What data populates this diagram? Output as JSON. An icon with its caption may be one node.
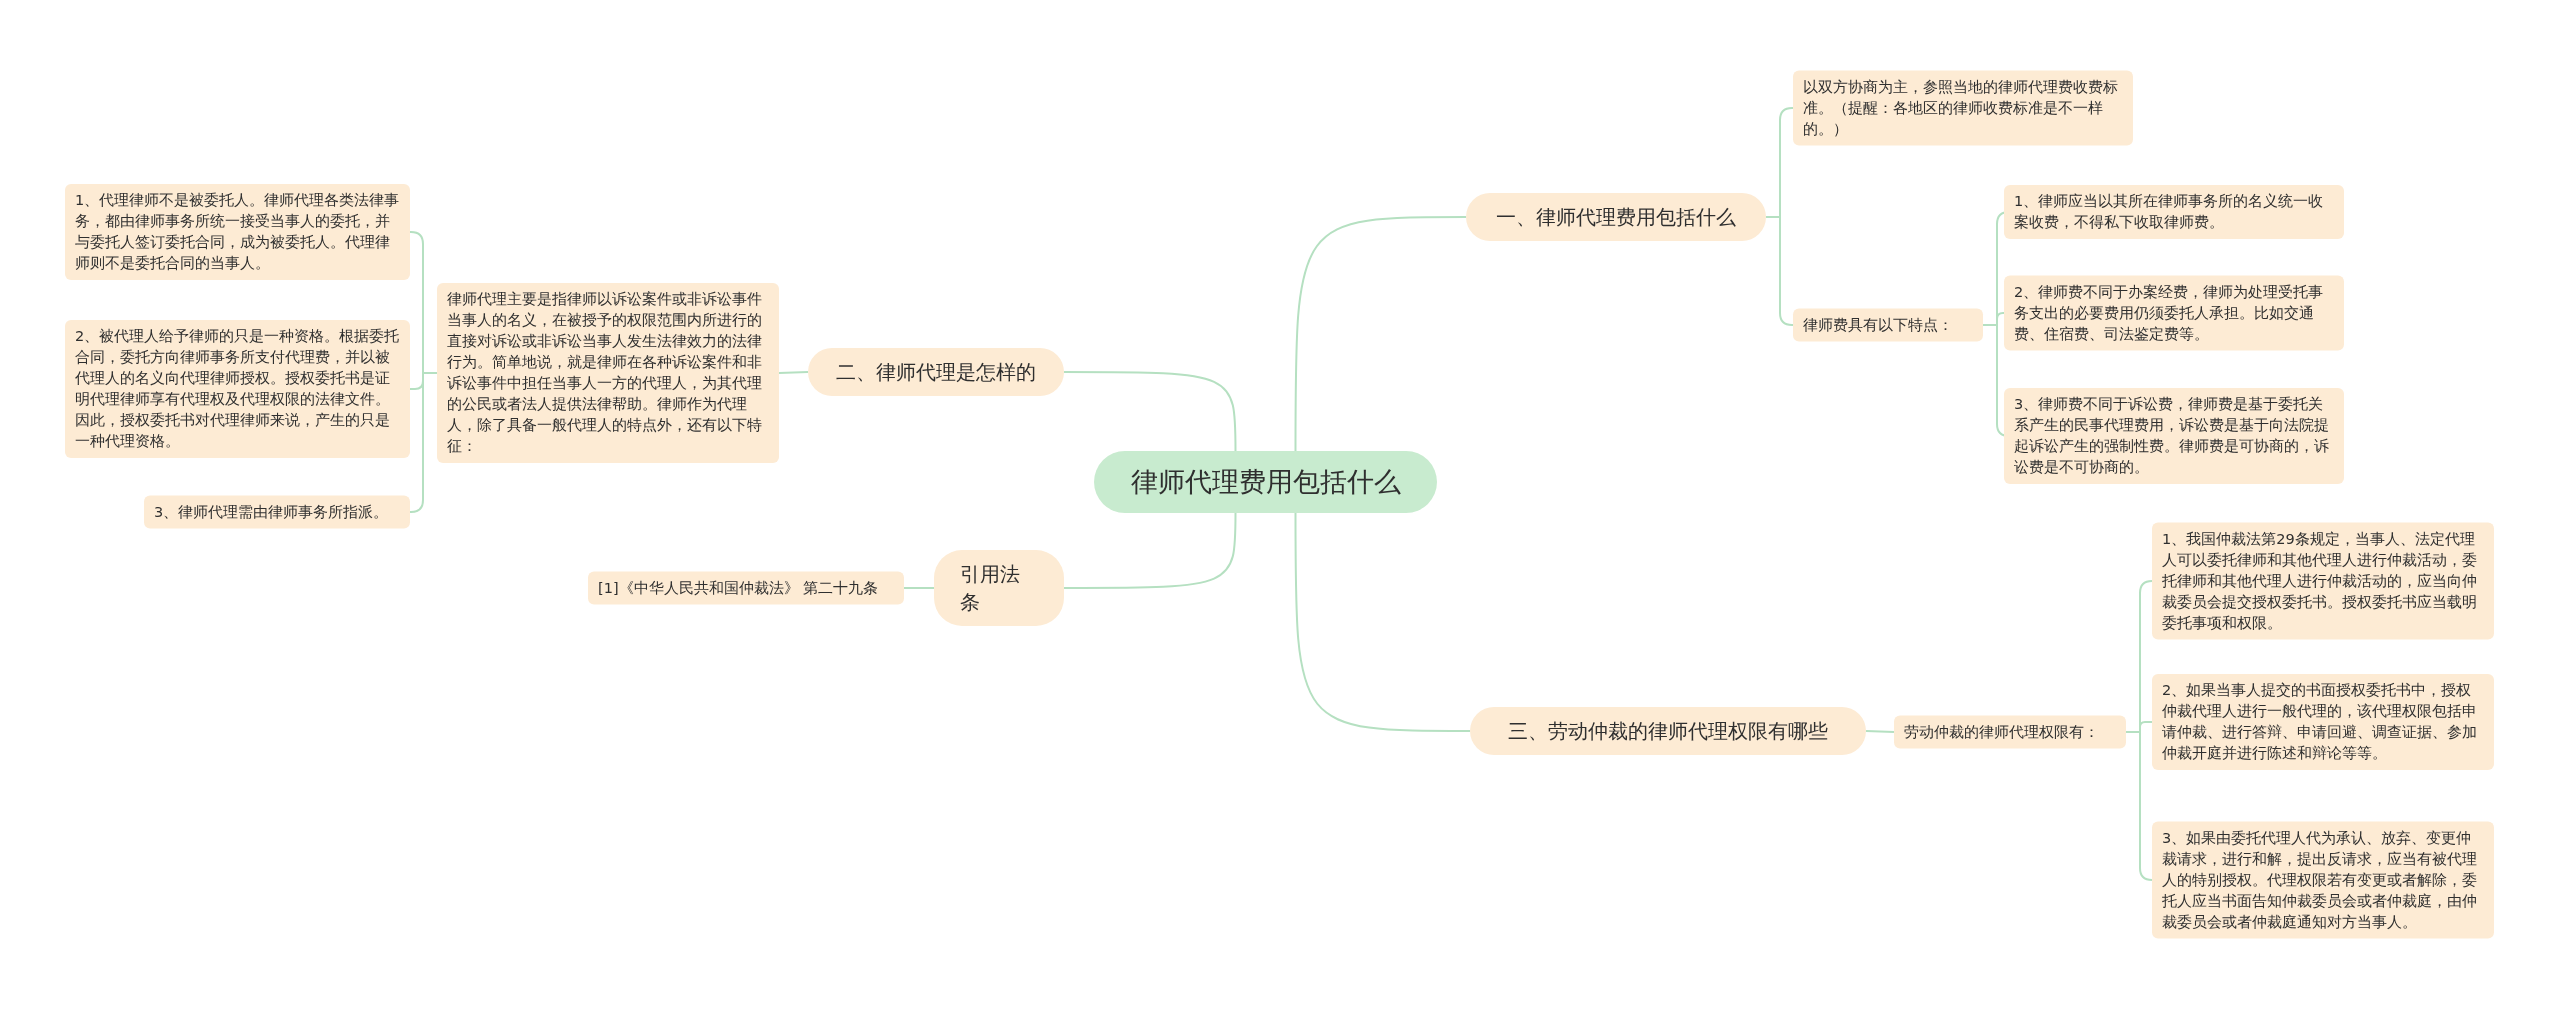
{
  "diagram": {
    "nodes": [
      {
        "text": [
          "律师代理费用包括什么"
        ]
      },
      {
        "text": [
          "一、律师代理费用包括什么"
        ]
      },
      {
        "text": [
          "以双方协商为主，参照当地的律师代理费收费标准。（提醒：各地区的律师收费标准是不一样的。）"
        ]
      },
      {
        "text": [
          "律师费具有以下特点："
        ]
      },
      {
        "text": [
          "1、律师应当以其所在律师事务所的名义统一收案收费，不得私下收取律师费。"
        ]
      },
      {
        "text": [
          "2、律师费不同于办案经费，律师为处理受托事务支出的必要费用仍须委托人承担。比如交通费、住宿费、司法鉴定费等。"
        ]
      },
      {
        "text": [
          "3、律师费不同于诉讼费，律师费是基于委托关系产生的民事代理费用，诉讼费是基于向法院提起诉讼产生的强制性费。律师费是可协商的，诉讼费是不可协商的。"
        ]
      },
      {
        "text": [
          "三、劳动仲裁的律师代理权限有哪些"
        ]
      },
      {
        "text": [
          "劳动仲裁的律师代理权限有："
        ]
      },
      {
        "text": [
          "1、我国仲裁法第29条规定，当事人、法定代理人可以委托律师和其他代理人进行仲裁活动，委托律师和其他代理人进行仲裁活动的，应当向仲裁委员会提交授权委托书。授权委托书应当载明委托事项和权限。"
        ]
      },
      {
        "text": [
          "2、如果当事人提交的书面授权委托书中，授权仲裁代理人进行一般代理的，该代理权限包括申请仲裁、进行答辩、申请回避、调查证据、参加仲裁开庭并进行陈述和辩论等等。"
        ]
      },
      {
        "text": [
          "3、如果由委托代理人代为承认、放弃、变更仲裁请求，进行和解，提出反请求，应当有被代理人的特别授权。代理权限若有变更或者解除，委托人应当书面告知仲裁委员会或者仲裁庭，由仲裁委员会或者仲裁庭通知对方当事人。"
        ]
      },
      {
        "text": [
          "二、律师代理是怎样的"
        ]
      },
      {
        "text": [
          "律师代理主要是指律师以诉讼案件或非诉讼事件当事人的名义，在被授予的权限范围内所进行的直接对诉讼或非诉讼当事人发生法律效力的法律行为。简单地说，就是律师在各种诉讼案件和非诉讼事件中担任当事人一方的代理人，为其代理的公民或者法人提供法律帮助。律师作为代理人，除了具备一般代理人的特点外，还有以下特征："
        ]
      },
      {
        "text": [
          "1、代理律师不是被委托人。律师代理各类法律事务，都由律师事务所统一接受当事人的委托，并与委托人签订委托合同，成为被委托人。代理律师则不是委托合同的当事人。"
        ]
      },
      {
        "text": [
          "2、被代理人给予律师的只是一种资格。根据委托合同，委托方向律师事务所支付代理费，并以被代理人的名义向代理律师授权。授权委托书是证明代理律师享有代理权及代理权限的法律文件。因此，授权委托书对代理律师来说，产生的只是一种代理资格。"
        ]
      },
      {
        "text": [
          "3、律师代理需由律师事务所指派。"
        ]
      },
      {
        "text": [
          "引用法条"
        ]
      },
      {
        "text": [
          "[1]《中华人民共和国仲裁法》 第二十九条"
        ]
      }
    ],
    "edges": [
      {
        "from": 0,
        "to": 1,
        "arrow": "none"
      },
      {
        "from": 1,
        "to": 2,
        "arrow": "none"
      },
      {
        "from": 1,
        "to": 3,
        "arrow": "none"
      },
      {
        "from": 3,
        "to": 4,
        "arrow": "none"
      },
      {
        "from": 3,
        "to": 5,
        "arrow": "none"
      },
      {
        "from": 3,
        "to": 6,
        "arrow": "none"
      },
      {
        "from": 0,
        "to": 7,
        "arrow": "none"
      },
      {
        "from": 7,
        "to": 8,
        "arrow": "none"
      },
      {
        "from": 8,
        "to": 9,
        "arrow": "none"
      },
      {
        "from": 8,
        "to": 10,
        "arrow": "none"
      },
      {
        "from": 8,
        "to": 11,
        "arrow": "none"
      },
      {
        "from": 0,
        "to": 12,
        "arrow": "none"
      },
      {
        "from": 12,
        "to": 13,
        "arrow": "none"
      },
      {
        "from": 13,
        "to": 14,
        "arrow": "none"
      },
      {
        "from": 13,
        "to": 15,
        "arrow": "none"
      },
      {
        "from": 13,
        "to": 16,
        "arrow": "none"
      },
      {
        "from": 0,
        "to": 17,
        "arrow": "none"
      },
      {
        "from": 17,
        "to": 18,
        "arrow": "none"
      }
    ]
  }
}
